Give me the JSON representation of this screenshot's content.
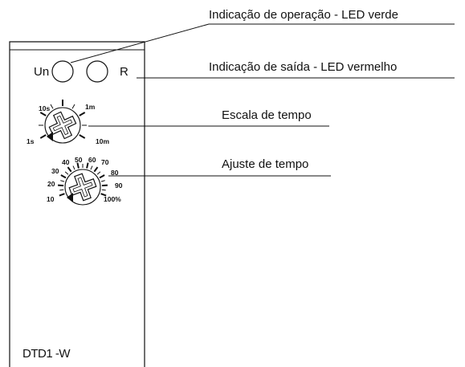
{
  "device": {
    "model": "DTD1 -W",
    "led_un_label": "Un",
    "led_r_label": "R"
  },
  "callouts": [
    {
      "id": "led-green",
      "text": "Indicação de operação - LED verde"
    },
    {
      "id": "led-red",
      "text": "Indicação de saída - LED vermelho"
    },
    {
      "id": "time-scale",
      "text": "Escala de tempo"
    },
    {
      "id": "time-adjust",
      "text": "Ajuste de tempo"
    }
  ],
  "dials": {
    "time_scale": {
      "labels": [
        "10s",
        "1m",
        "1s",
        "10m"
      ]
    },
    "time_adjust": {
      "labels": [
        "10",
        "20",
        "30",
        "40",
        "50",
        "60",
        "70",
        "80",
        "90",
        "100%"
      ]
    }
  }
}
